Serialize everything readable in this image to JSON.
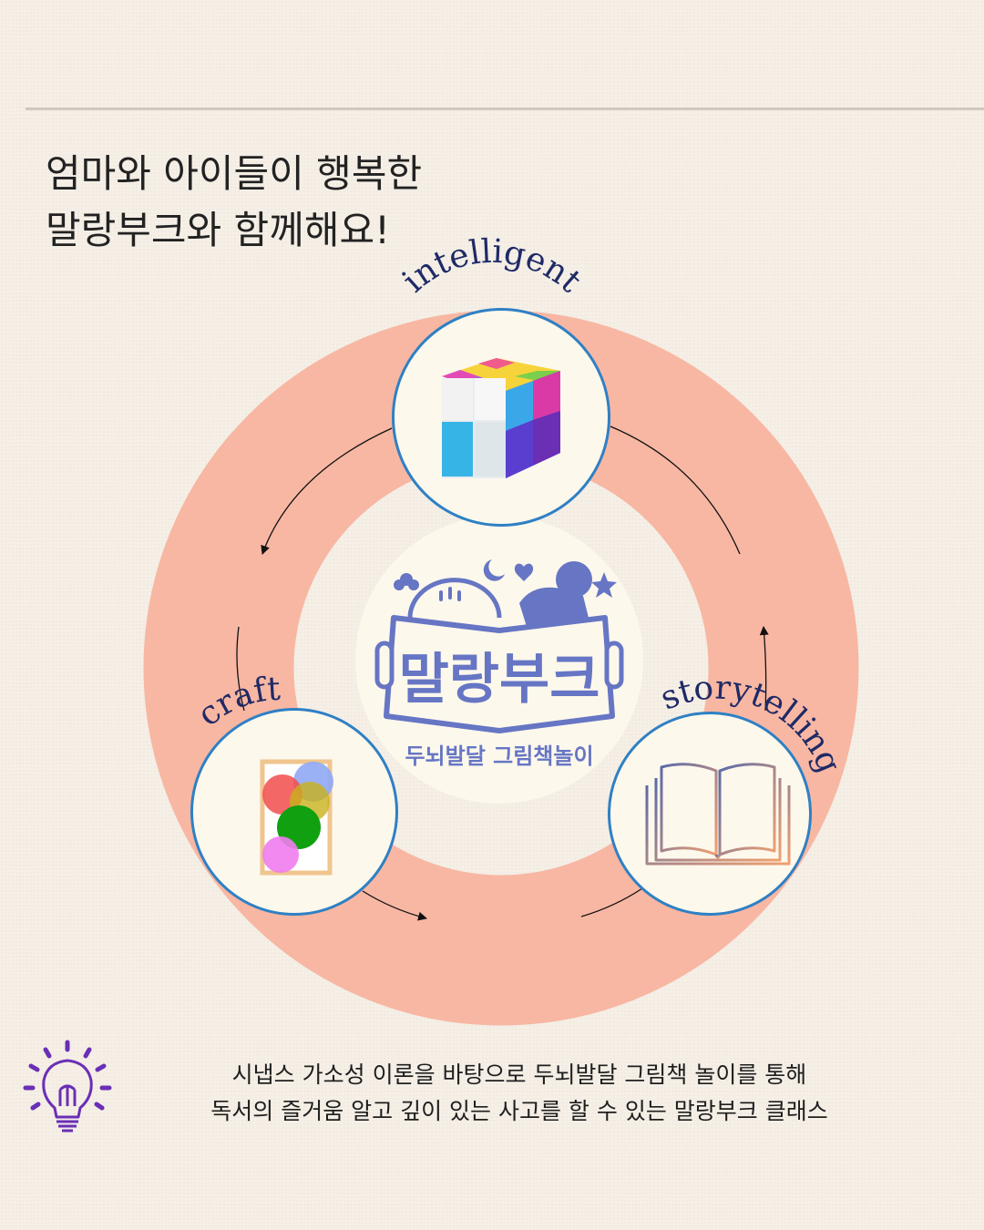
{
  "headline": {
    "line1": "엄마와 아이들이 행복한",
    "line2": "말랑부크와 함께해요!"
  },
  "cycle": {
    "top_label": "intelligent",
    "left_label": "craft",
    "right_label": "storytelling",
    "top_icon": "rubik-cube-icon",
    "left_icon": "color-circles-frame-icon",
    "right_icon": "open-book-icon"
  },
  "logo": {
    "title": "말랑부크",
    "subtitle": "두뇌발달 그림책놀이"
  },
  "footer": {
    "icon": "lightbulb-icon",
    "line1": "시냅스 가소성 이론을 바탕으로 두뇌발달 그림책 놀이를 통해",
    "line2": "독서의 즐거움 알고 깊이 있는 사고를 할 수 있는 말랑부크 클래스"
  },
  "colors": {
    "ring": "#f8b7a3",
    "node_border": "#2f80c4",
    "label": "#1f2a66",
    "logo": "#6676c4",
    "tip_icon": "#6a2fb5"
  }
}
